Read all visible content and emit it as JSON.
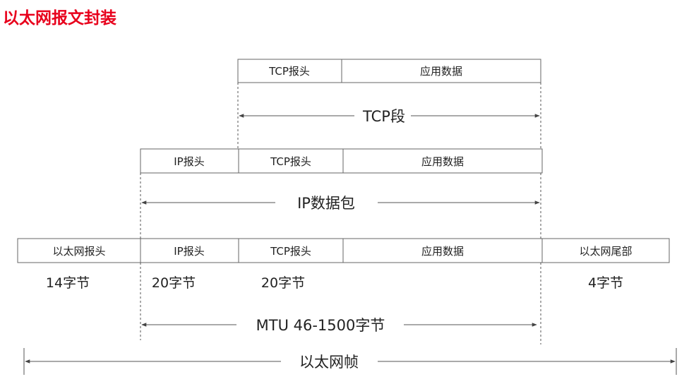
{
  "title": "以太网报文封装",
  "rows": {
    "tcp_segment": {
      "tcp_header": "TCP报头",
      "app_data": "应用数据"
    },
    "ip_packet": {
      "ip_header": "IP报头",
      "tcp_header": "TCP报头",
      "app_data": "应用数据"
    },
    "ethernet_frame": {
      "eth_header": "以太网报头",
      "ip_header": "IP报头",
      "tcp_header": "TCP报头",
      "app_data": "应用数据",
      "eth_trailer": "以太网尾部"
    }
  },
  "spans": {
    "tcp_segment": "TCP段",
    "ip_packet": "IP数据包",
    "mtu": "MTU 46-1500字节",
    "ethernet_frame": "以太网帧"
  },
  "sizes": {
    "eth_header": "14字节",
    "ip_header": "20字节",
    "tcp_header": "20字节",
    "eth_trailer": "4字节"
  }
}
